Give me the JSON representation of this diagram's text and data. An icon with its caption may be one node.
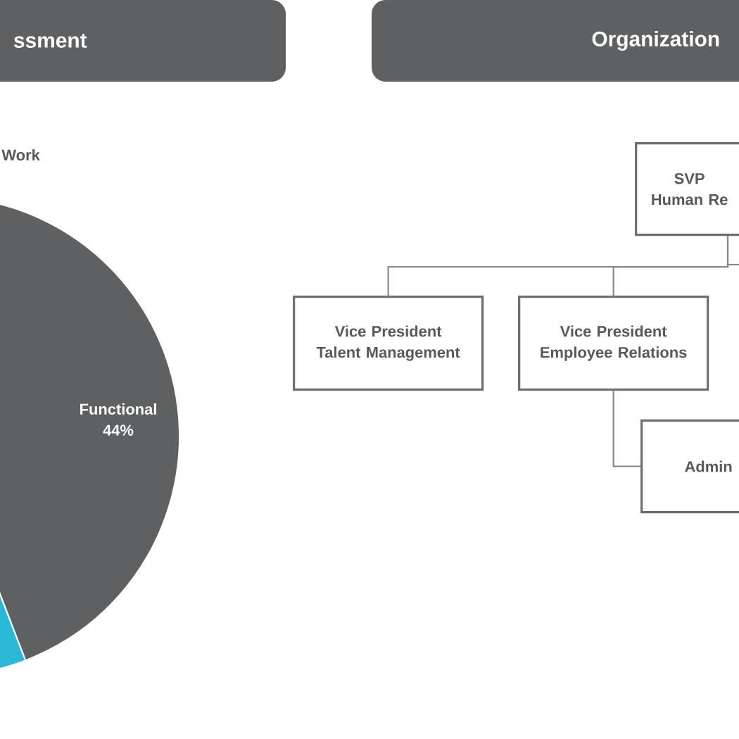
{
  "diagram": {
    "nodes": [
      {
        "text": [
          "ssment"
        ]
      },
      {
        "text": [
          "Organization"
        ]
      },
      {
        "text": [
          "SVP Human Re"
        ]
      },
      {
        "text": [
          "Vice President Talent Management"
        ]
      },
      {
        "text": [
          "Vice President Employee Relations"
        ]
      },
      {
        "text": [
          "Admin"
        ]
      }
    ],
    "edges": [
      {
        "from": 2,
        "to": 3,
        "arrow": "none"
      },
      {
        "from": 2,
        "to": 4,
        "arrow": "none"
      },
      {
        "from": 4,
        "to": 5,
        "arrow": "none"
      }
    ],
    "labels": [
      "Work",
      "Functional 44%"
    ]
  }
}
